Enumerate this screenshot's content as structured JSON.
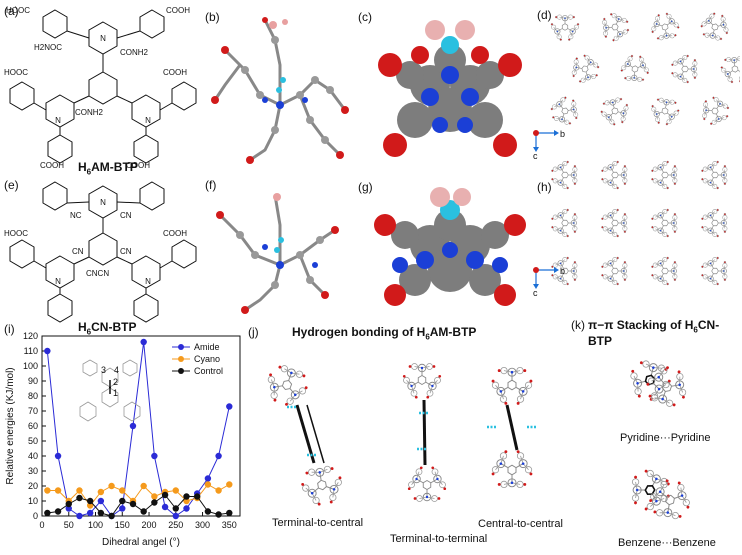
{
  "panels": {
    "a": "(a)",
    "b": "(b)",
    "c": "(c)",
    "d": "(d)",
    "e": "(e)",
    "f": "(f)",
    "g": "(g)",
    "h": "(h)",
    "i": "(i)",
    "j": "(j)",
    "k": "(k)"
  },
  "molecules": {
    "am_prefix": "H",
    "am_sub": "6",
    "am_suffix": "AM-BTP",
    "cn_prefix": "H",
    "cn_sub": "6",
    "cn_suffix": "CN-BTP"
  },
  "chem_labels": {
    "cooh": "COOH",
    "hooc": "HOOC",
    "conh2": "CONH2",
    "h2noc": "H2NOC",
    "cn": "CN",
    "nc": "NC",
    "cncn": "CNCN"
  },
  "axes_labels": {
    "b": "b",
    "c": "c"
  },
  "headings": {
    "j_prefix": "Hydrogen bonding of H",
    "j_sub": "6",
    "j_suffix": "AM-BTP",
    "k_prefix": "π−π Stacking of H",
    "k_sub": "6",
    "k_suffix": "CN-BTP"
  },
  "captions": {
    "terminal_central": "Terminal-to-central",
    "terminal_terminal": "Terminal-to-terminal",
    "central_central": "Central-to-central",
    "pyridine": "Pyridine···Pyridine",
    "benzene": "Benzene···Benzene"
  },
  "colors": {
    "amide": "#2b2bd6",
    "cyano": "#f59a1c",
    "control": "#111111",
    "oxygen": "#d11a1a",
    "nitrogen": "#1b3fd6",
    "carbon": "#808080"
  },
  "chart_data": {
    "type": "line",
    "xlabel": "Dihedral angel (°)",
    "ylabel": "Relative energies (KJ/mol)",
    "xlim": [
      0,
      370
    ],
    "ylim": [
      0,
      120
    ],
    "xticks": [
      0,
      50,
      100,
      150,
      200,
      250,
      300,
      350
    ],
    "yticks": [
      0,
      10,
      20,
      30,
      40,
      50,
      60,
      70,
      80,
      90,
      100,
      110,
      120
    ],
    "legend_position": "top-right",
    "inset_labels": [
      "3",
      "4",
      "2",
      "1"
    ],
    "series": [
      {
        "name": "Amide",
        "color": "#2b2bd6",
        "x": [
          10,
          30,
          50,
          70,
          90,
          110,
          130,
          150,
          170,
          190,
          210,
          230,
          250,
          270,
          290,
          310,
          330,
          350
        ],
        "y": [
          110,
          40,
          5,
          0,
          2,
          10,
          0,
          5,
          60,
          116,
          40,
          6,
          0,
          5,
          15,
          25,
          40,
          73
        ]
      },
      {
        "name": "Cyano",
        "color": "#f59a1c",
        "x": [
          10,
          30,
          50,
          70,
          90,
          110,
          130,
          150,
          170,
          190,
          210,
          230,
          250,
          270,
          290,
          310,
          330,
          350
        ],
        "y": [
          17,
          17,
          10,
          17,
          7,
          16,
          20,
          17,
          10,
          20,
          13,
          16,
          17,
          10,
          12,
          21,
          17,
          21
        ]
      },
      {
        "name": "Control",
        "color": "#111111",
        "x": [
          10,
          30,
          50,
          70,
          90,
          110,
          130,
          150,
          170,
          190,
          210,
          230,
          250,
          270,
          290,
          310,
          330,
          350
        ],
        "y": [
          2,
          3,
          8,
          12,
          10,
          2,
          0,
          10,
          8,
          3,
          9,
          14,
          5,
          13,
          13,
          3,
          1,
          2
        ]
      }
    ]
  }
}
